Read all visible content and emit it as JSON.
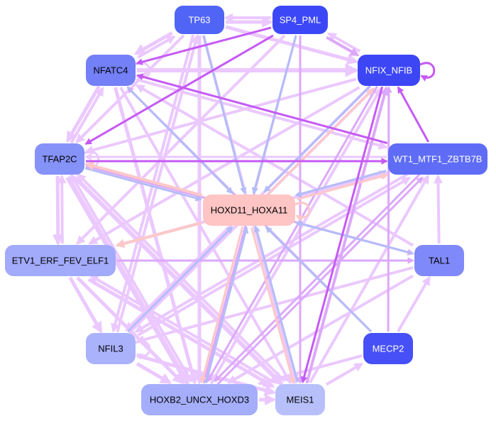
{
  "title": "Regulatory network",
  "nodes": [
    {
      "id": "TP63",
      "label": "TP63",
      "fill": "#5064f5",
      "text": "#ffffff"
    },
    {
      "id": "SP4_PML",
      "label": "SP4_PML",
      "fill": "#3c48f7",
      "text": "#ffffff"
    },
    {
      "id": "NFATC4",
      "label": "NFATC4",
      "fill": "#7480f8",
      "text": "#000000"
    },
    {
      "id": "NFIX_NFIB",
      "label": "NFIX_NFIB",
      "fill": "#3c46f5",
      "text": "#ffffff"
    },
    {
      "id": "TFAP2C",
      "label": "TFAP2C",
      "fill": "#8592f8",
      "text": "#000000"
    },
    {
      "id": "WT1_MTF1_ZBTB7B",
      "label": "WT1_MTF1_ZBTB7B",
      "fill": "#5e6cf6",
      "text": "#ffffff"
    },
    {
      "id": "HOXD11_HOXA11",
      "label": "HOXD11_HOXA11",
      "fill": "#ffc4c4",
      "text": "#000000"
    },
    {
      "id": "ETV1_ERF_FEV_ELF1",
      "label": "ETV1_ERF_FEV_ELF1",
      "fill": "#a2aafa",
      "text": "#000000"
    },
    {
      "id": "TAL1",
      "label": "TAL1",
      "fill": "#8089f9",
      "text": "#000000"
    },
    {
      "id": "NFIL3",
      "label": "NFIL3",
      "fill": "#aab2fb",
      "text": "#000000"
    },
    {
      "id": "MECP2",
      "label": "MECP2",
      "fill": "#4650f6",
      "text": "#ffffff"
    },
    {
      "id": "HOXB2_UNCX_HOXD3",
      "label": "HOXB2_UNCX_HOXD3",
      "fill": "#a5aefa",
      "text": "#000000"
    },
    {
      "id": "MEIS1",
      "label": "MEIS1",
      "fill": "#b8c0fb",
      "text": "#000000"
    }
  ],
  "edge_colors": {
    "light": "#ebc8ff",
    "mid": "#dca8fb",
    "strong": "#c65af5",
    "blue": "#b4bcf8",
    "pink": "#fcc8c8"
  },
  "edges": [
    {
      "from": "TP63",
      "to": "SP4_PML",
      "type": "light",
      "w": 5
    },
    {
      "from": "SP4_PML",
      "to": "TP63",
      "type": "light",
      "w": 4
    },
    {
      "from": "SP4_PML",
      "to": "NFATC4",
      "type": "strong",
      "w": 3
    },
    {
      "from": "SP4_PML",
      "to": "TFAP2C",
      "type": "strong",
      "w": 3
    },
    {
      "from": "SP4_PML",
      "to": "NFIX_NFIB",
      "type": "mid",
      "w": 4
    },
    {
      "from": "NFIX_NFIB",
      "to": "SP4_PML",
      "type": "light",
      "w": 4
    },
    {
      "from": "NFIX_NFIB",
      "to": "NFIX_NFIB",
      "type": "strong",
      "w": 3
    },
    {
      "from": "TP63",
      "to": "NFATC4",
      "type": "light",
      "w": 5
    },
    {
      "from": "NFATC4",
      "to": "TP63",
      "type": "light",
      "w": 4
    },
    {
      "from": "TP63",
      "to": "NFIX_NFIB",
      "type": "light",
      "w": 5
    },
    {
      "from": "NFATC4",
      "to": "NFIX_NFIB",
      "type": "light",
      "w": 6
    },
    {
      "from": "WT1_MTF1_ZBTB7B",
      "to": "NFATC4",
      "type": "strong",
      "w": 3
    },
    {
      "from": "WT1_MTF1_ZBTB7B",
      "to": "NFIX_NFIB",
      "type": "strong",
      "w": 3
    },
    {
      "from": "TFAP2C",
      "to": "WT1_MTF1_ZBTB7B",
      "type": "strong",
      "w": 3
    },
    {
      "from": "NFATC4",
      "to": "TFAP2C",
      "type": "light",
      "w": 5
    },
    {
      "from": "TFAP2C",
      "to": "NFATC4",
      "type": "light",
      "w": 4
    },
    {
      "from": "TFAP2C",
      "to": "ETV1_ERF_FEV_ELF1",
      "type": "light",
      "w": 5
    },
    {
      "from": "ETV1_ERF_FEV_ELF1",
      "to": "TFAP2C",
      "type": "light",
      "w": 4
    },
    {
      "from": "ETV1_ERF_FEV_ELF1",
      "to": "NFIL3",
      "type": "light",
      "w": 5
    },
    {
      "from": "NFIL3",
      "to": "HOXB2_UNCX_HOXD3",
      "type": "light",
      "w": 5
    },
    {
      "from": "HOXB2_UNCX_HOXD3",
      "to": "MEIS1",
      "type": "light",
      "w": 5
    },
    {
      "from": "MEIS1",
      "to": "MECP2",
      "type": "light",
      "w": 4
    },
    {
      "from": "MECP2",
      "to": "TAL1",
      "type": "light",
      "w": 4
    },
    {
      "from": "TAL1",
      "to": "WT1_MTF1_ZBTB7B",
      "type": "light",
      "w": 4
    },
    {
      "from": "TP63",
      "to": "HOXD11_HOXA11",
      "type": "blue",
      "w": 3
    },
    {
      "from": "SP4_PML",
      "to": "HOXD11_HOXA11",
      "type": "blue",
      "w": 3
    },
    {
      "from": "NFATC4",
      "to": "HOXD11_HOXA11",
      "type": "blue",
      "w": 3
    },
    {
      "from": "NFIX_NFIB",
      "to": "HOXD11_HOXA11",
      "type": "blue",
      "w": 3
    },
    {
      "from": "TFAP2C",
      "to": "HOXD11_HOXA11",
      "type": "blue",
      "w": 3
    },
    {
      "from": "HOXD11_HOXA11",
      "to": "TFAP2C",
      "type": "pink",
      "w": 4
    },
    {
      "from": "WT1_MTF1_ZBTB7B",
      "to": "HOXD11_HOXA11",
      "type": "blue",
      "w": 3
    },
    {
      "from": "HOXD11_HOXA11",
      "to": "WT1_MTF1_ZBTB7B",
      "type": "pink",
      "w": 3
    },
    {
      "from": "HOXD11_HOXA11",
      "to": "ETV1_ERF_FEV_ELF1",
      "type": "pink",
      "w": 4
    },
    {
      "from": "TAL1",
      "to": "HOXD11_HOXA11",
      "type": "blue",
      "w": 3
    },
    {
      "from": "NFIL3",
      "to": "HOXD11_HOXA11",
      "type": "blue",
      "w": 3
    },
    {
      "from": "MECP2",
      "to": "HOXD11_HOXA11",
      "type": "blue",
      "w": 3
    },
    {
      "from": "HOXB2_UNCX_HOXD3",
      "to": "HOXD11_HOXA11",
      "type": "blue",
      "w": 3
    },
    {
      "from": "HOXD11_HOXA11",
      "to": "HOXB2_UNCX_HOXD3",
      "type": "pink",
      "w": 3
    },
    {
      "from": "MEIS1",
      "to": "HOXD11_HOXA11",
      "type": "blue",
      "w": 3
    },
    {
      "from": "HOXD11_HOXA11",
      "to": "MEIS1",
      "type": "pink",
      "w": 3
    },
    {
      "from": "HOXD11_HOXA11",
      "to": "NFIX_NFIB",
      "type": "pink",
      "w": 3
    },
    {
      "from": "HOXD11_HOXA11",
      "to": "HOXD11_HOXA11",
      "type": "pink",
      "w": 3
    },
    {
      "from": "TP63",
      "to": "HOXB2_UNCX_HOXD3",
      "type": "light",
      "w": 5
    },
    {
      "from": "TP63",
      "to": "MEIS1",
      "type": "light",
      "w": 4
    },
    {
      "from": "SP4_PML",
      "to": "MEIS1",
      "type": "mid",
      "w": 3
    },
    {
      "from": "SP4_PML",
      "to": "HOXB2_UNCX_HOXD3",
      "type": "mid",
      "w": 3
    },
    {
      "from": "NFIX_NFIB",
      "to": "HOXB2_UNCX_HOXD3",
      "type": "mid",
      "w": 3
    },
    {
      "from": "NFIX_NFIB",
      "to": "MEIS1",
      "type": "strong",
      "w": 3
    },
    {
      "from": "MEIS1",
      "to": "NFIX_NFIB",
      "type": "mid",
      "w": 4
    },
    {
      "from": "NFATC4",
      "to": "MEIS1",
      "type": "light",
      "w": 4
    },
    {
      "from": "NFATC4",
      "to": "HOXB2_UNCX_HOXD3",
      "type": "light",
      "w": 5
    },
    {
      "from": "TFAP2C",
      "to": "MEIS1",
      "type": "light",
      "w": 6
    },
    {
      "from": "TFAP2C",
      "to": "HOXB2_UNCX_HOXD3",
      "type": "light",
      "w": 7
    },
    {
      "from": "TFAP2C",
      "to": "TAL1",
      "type": "mid",
      "w": 3
    },
    {
      "from": "ETV1_ERF_FEV_ELF1",
      "to": "TAL1",
      "type": "mid",
      "w": 3
    },
    {
      "from": "ETV1_ERF_FEV_ELF1",
      "to": "WT1_MTF1_ZBTB7B",
      "type": "light",
      "w": 4
    },
    {
      "from": "ETV1_ERF_FEV_ELF1",
      "to": "MEIS1",
      "type": "light",
      "w": 5
    },
    {
      "from": "ETV1_ERF_FEV_ELF1",
      "to": "HOXB2_UNCX_HOXD3",
      "type": "light",
      "w": 5
    },
    {
      "from": "NFIL3",
      "to": "NFIX_NFIB",
      "type": "light",
      "w": 4
    },
    {
      "from": "NFIL3",
      "to": "WT1_MTF1_ZBTB7B",
      "type": "light",
      "w": 4
    },
    {
      "from": "NFIL3",
      "to": "MEIS1",
      "type": "light",
      "w": 5
    },
    {
      "from": "NFIL3",
      "to": "TP63",
      "type": "light",
      "w": 4
    },
    {
      "from": "HOXB2_UNCX_HOXD3",
      "to": "NFIX_NFIB",
      "type": "light",
      "w": 4
    },
    {
      "from": "HOXB2_UNCX_HOXD3",
      "to": "WT1_MTF1_ZBTB7B",
      "type": "mid",
      "w": 3
    },
    {
      "from": "HOXB2_UNCX_HOXD3",
      "to": "TFAP2C",
      "type": "light",
      "w": 4
    },
    {
      "from": "MEIS1",
      "to": "WT1_MTF1_ZBTB7B",
      "type": "light",
      "w": 4
    },
    {
      "from": "MEIS1",
      "to": "TFAP2C",
      "type": "light",
      "w": 4
    },
    {
      "from": "MEIS1",
      "to": "ETV1_ERF_FEV_ELF1",
      "type": "light",
      "w": 4
    },
    {
      "from": "MECP2",
      "to": "NFATC4",
      "type": "mid",
      "w": 3
    },
    {
      "from": "MECP2",
      "to": "HOXB2_UNCX_HOXD3",
      "type": "light",
      "w": 4
    },
    {
      "from": "MECP2",
      "to": "NFIX_NFIB",
      "type": "mid",
      "w": 3
    },
    {
      "from": "TAL1",
      "to": "NFATC4",
      "type": "light",
      "w": 4
    },
    {
      "from": "TAL1",
      "to": "HOXB2_UNCX_HOXD3",
      "type": "light",
      "w": 4
    },
    {
      "from": "TAL1",
      "to": "NFIL3",
      "type": "light",
      "w": 4
    },
    {
      "from": "WT1_MTF1_ZBTB7B",
      "to": "NFIL3",
      "type": "light",
      "w": 4
    },
    {
      "from": "WT1_MTF1_ZBTB7B",
      "to": "HOXB2_UNCX_HOXD3",
      "type": "mid",
      "w": 3
    },
    {
      "from": "WT1_MTF1_ZBTB7B",
      "to": "TFAP2C",
      "type": "light",
      "w": 3
    },
    {
      "from": "NFIX_NFIB",
      "to": "TFAP2C",
      "type": "light",
      "w": 4
    },
    {
      "from": "NFIX_NFIB",
      "to": "ETV1_ERF_FEV_ELF1",
      "type": "light",
      "w": 4
    },
    {
      "from": "NFIX_NFIB",
      "to": "NFIL3",
      "type": "light",
      "w": 4
    },
    {
      "from": "SP4_PML",
      "to": "ETV1_ERF_FEV_ELF1",
      "type": "light",
      "w": 4
    },
    {
      "from": "TP63",
      "to": "TFAP2C",
      "type": "light",
      "w": 4
    },
    {
      "from": "TP63",
      "to": "NFIL3",
      "type": "light",
      "w": 4
    },
    {
      "from": "NFATC4",
      "to": "NFATC4",
      "type": "light",
      "w": 3
    },
    {
      "from": "TFAP2C",
      "to": "TFAP2C",
      "type": "light",
      "w": 3
    },
    {
      "from": "NFIL3",
      "to": "NFIL3",
      "type": "light",
      "w": 3
    },
    {
      "from": "NFATC4",
      "to": "WT1_MTF1_ZBTB7B",
      "type": "light",
      "w": 4
    }
  ]
}
